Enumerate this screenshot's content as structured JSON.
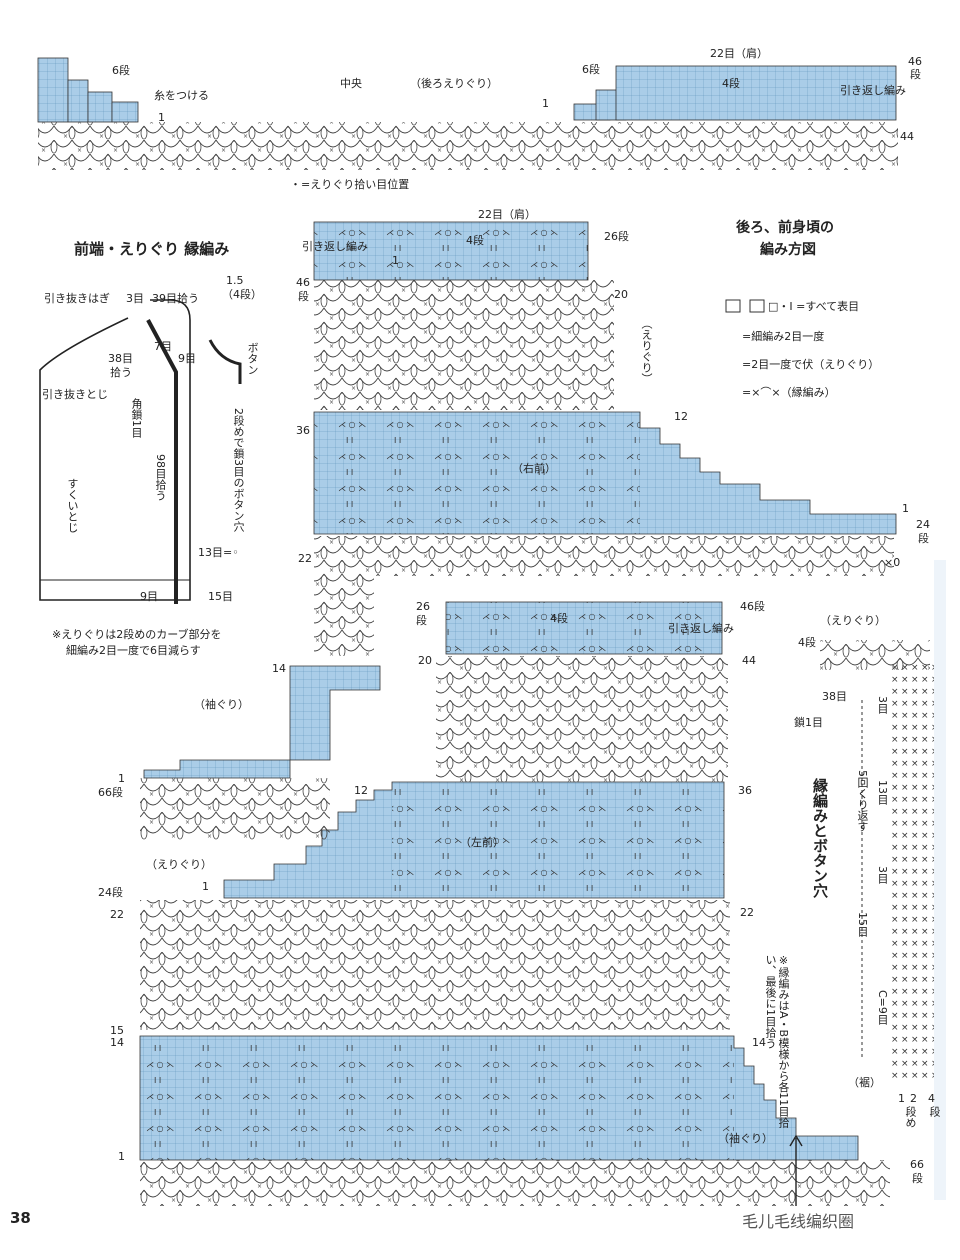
{
  "colors": {
    "chart": "#aacde8",
    "grid": "#5a8fb8",
    "ink": "#222222"
  },
  "top": {
    "six": "6段",
    "thread": "糸をつける",
    "one": "1",
    "center": "中央",
    "back_neck": "（後ろえりぐり）",
    "shoulder": "22目（肩）",
    "six_r": "6段",
    "four": "4段",
    "turn": "引き返し編み",
    "one_r": "1",
    "r46a": "46",
    "r46b": "段",
    "s44": "44",
    "pickup": "・=えりぐり拾い目位置"
  },
  "left_panel": {
    "title": "前端・えりぐり 縁編み",
    "slip_join": "引き抜きはぎ",
    "c3": "3目",
    "c39": "39目拾う",
    "h15a": "1.5",
    "h15b": "（4段）",
    "c7": "7目",
    "c38a": "38目",
    "c38b": "拾う",
    "c9": "9目",
    "slip_close": "引き抜きとじ",
    "button": "ボタン",
    "corner": "角鎖1目",
    "btn_hole": "2段めで鎖3目のボタン穴",
    "c98": "98目拾う",
    "c13": "13目=◦",
    "sukui": "すくいとじ",
    "c9b": "9目",
    "c15": "15目",
    "note1": "※えりぐりは2段めのカーブ部分を",
    "note2": "細編み2目一度で6目減らす"
  },
  "right_front": {
    "shoulder": "22目（肩）",
    "four": "4段",
    "turn": "引き返し編み",
    "r26": "26段",
    "one": "1",
    "r46a": "46",
    "r46b": "段",
    "r20": "20",
    "neck": "（えりぐり）",
    "r12": "12",
    "r36": "36",
    "label": "（右前）",
    "one_b": "1",
    "r24a": "24",
    "r24b": "段",
    "r22": "22",
    "x0": "×0"
  },
  "legend": {
    "title1": "後ろ、前身頃の",
    "title2": "編み方図",
    "l1": "□・Ⅰ =すべて表目",
    "l2": "=細編み2目一度",
    "l3": "=2目一度で伏（えりぐり）",
    "l4": "=×⌒×（縁編み）"
  },
  "sleeve": {
    "r14": "14",
    "label": "（袖ぐり）",
    "one": "1",
    "r66": "66段"
  },
  "left_front": {
    "r26": "26",
    "r26b": "段",
    "four": "4段",
    "turn": "引き返し編み",
    "r46": "46段",
    "r20": "20",
    "r44": "44",
    "r12": "12",
    "r36": "36",
    "label": "（左前）",
    "neck": "（えりぐり）",
    "r24": "24段",
    "one": "1",
    "r22": "22",
    "r22b": "22",
    "r15": "15",
    "r14": "14",
    "r14b": "14",
    "sleeve": "（袖ぐり）",
    "one_b": "1",
    "r66": "66",
    "r66b": "段"
  },
  "border": {
    "neck": "（えりぐり）",
    "four": "4段",
    "c38": "38目",
    "chain": "鎖1目",
    "c3": "3目",
    "c13": "13目",
    "repeat": "5回くり返す",
    "c3b": "3目",
    "c15": "15目",
    "c9": "C=9目",
    "hem": "（裾）",
    "title": "縁編みとボタン穴",
    "note": "※縁編みはA・B模様から各11目拾い、最後に1目拾う",
    "n1": "1",
    "n2": "2",
    "n4": "4",
    "dan1": "段め",
    "dan4": "段"
  },
  "page": {
    "number": "38",
    "watermark": "毛儿毛线编织圈"
  }
}
